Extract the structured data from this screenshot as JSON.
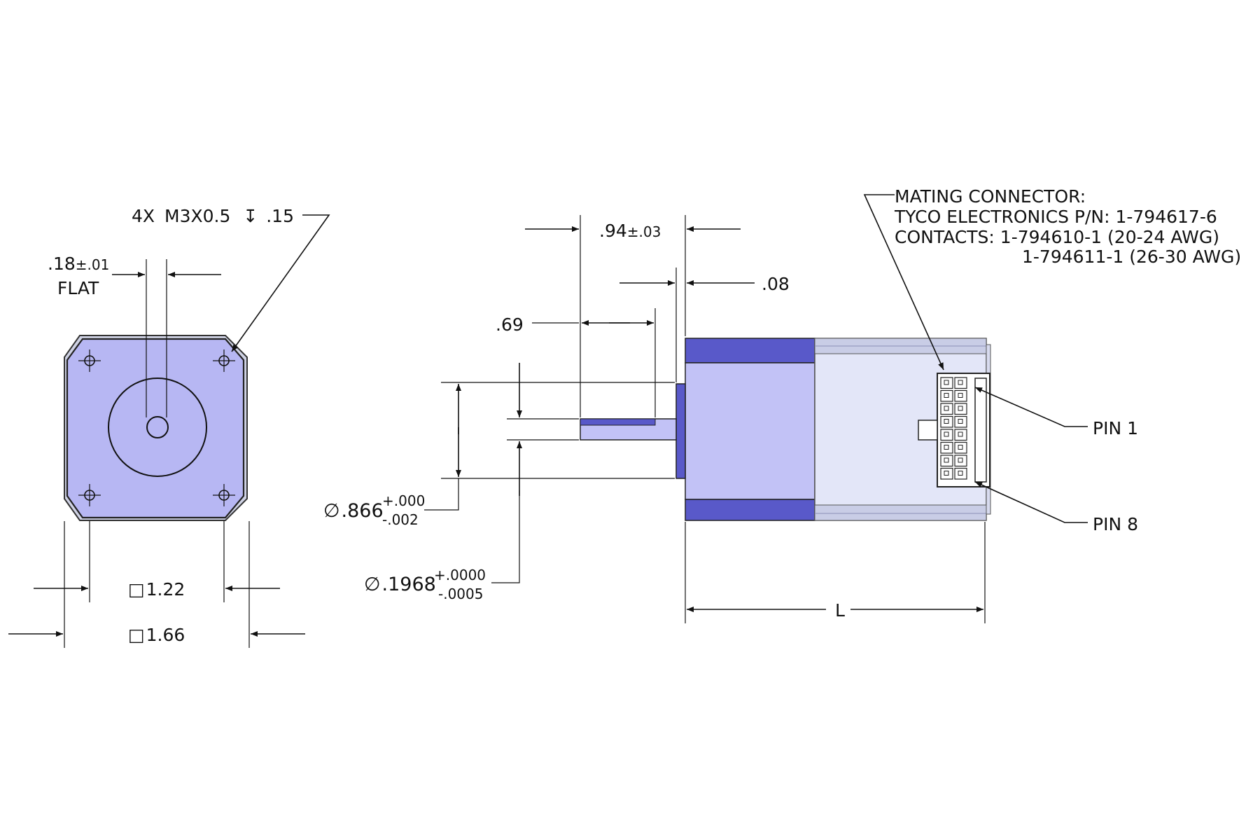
{
  "front_view": {
    "hole_note": {
      "count": "4X",
      "thread": "M3X0.5",
      "depth_symbol": "↧",
      "depth": ".15"
    },
    "flat": {
      "value": ".18",
      "tolerance": "±.01",
      "label": "FLAT"
    },
    "inner_square": {
      "symbol": "□",
      "value": "1.22"
    },
    "outer_square": {
      "symbol": "□",
      "value": "1.66"
    }
  },
  "side_view": {
    "shaft_length": {
      "value": ".94",
      "tolerance": "±.03"
    },
    "pilot_height": ".08",
    "flat_length": ".69",
    "pilot_dia": {
      "symbol": "∅",
      "value": ".866",
      "tol_plus": "+.000",
      "tol_minus": "-.002"
    },
    "shaft_dia": {
      "symbol": "∅",
      "value": ".1968",
      "tol_plus": "+.0000",
      "tol_minus": "-.0005"
    },
    "length_label": "L"
  },
  "connector_note": {
    "line1": "MATING CONNECTOR:",
    "line2": "TYCO ELECTRONICS P/N:  1-794617-6",
    "line3": "CONTACTS:  1-794610-1  (20-24 AWG)",
    "line4": "1-794611-1  (26-30 AWG)"
  },
  "pins": {
    "first": "PIN 1",
    "last": "PIN 8"
  },
  "colors": {
    "face": "#b7b7f3",
    "face_dark": "#5959c9",
    "body_light": "#c2c2f6",
    "rear": "#e3e6f8",
    "rear_bands": "#c9cde6",
    "line": "#111111"
  }
}
